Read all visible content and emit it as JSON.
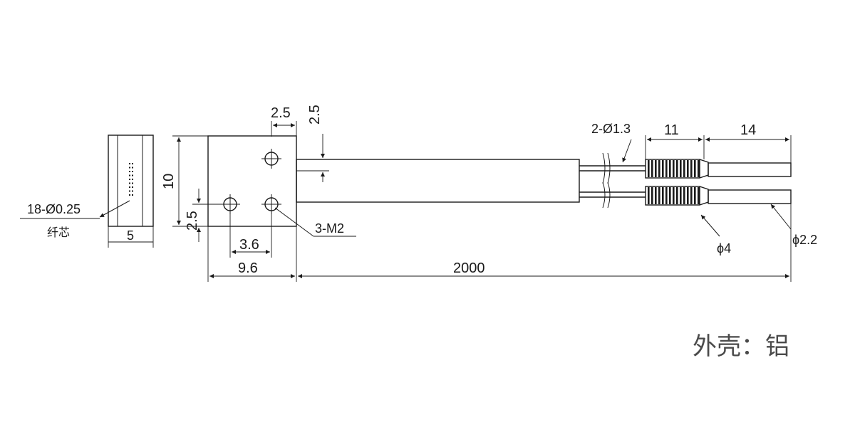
{
  "dimensions": {
    "top_width": "2.5",
    "top_height": "2.5",
    "block_height": "10",
    "left_offset": "2.5",
    "hole_spacing": "3.6",
    "block_width": "9.6",
    "cable_length": "2000",
    "fiber_diameter": "2-Ø1.3",
    "sleeve_length": "11",
    "tip_length": "14",
    "sleeve_diameter": "ϕ4",
    "tip_diameter": "ϕ2.2",
    "end_width": "5"
  },
  "labels": {
    "fiber_core_spec": "18-Ø0.25",
    "fiber_core": "纤芯",
    "screw_holes": "3-M2"
  },
  "note": "外壳：铝"
}
